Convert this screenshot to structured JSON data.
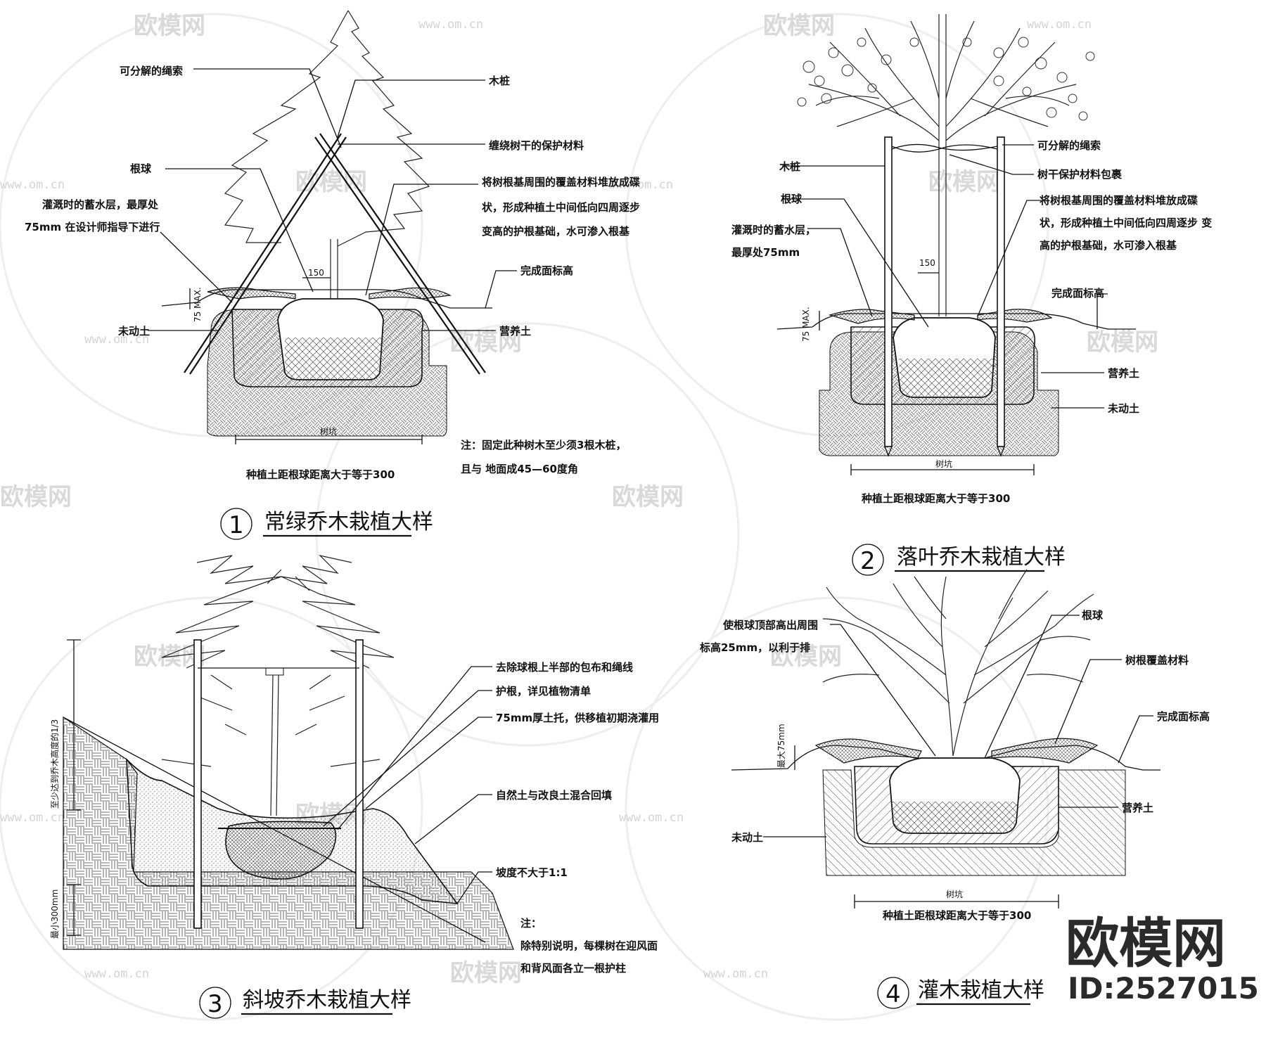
{
  "watermark": {
    "text": "欧模网",
    "url": "www.om.cn"
  },
  "brand": {
    "name": "欧模网",
    "id": "ID:2527015"
  },
  "details": [
    {
      "number": "1",
      "title": "常绿乔木栽植大样",
      "labels": {
        "rope": "可分解的绳索",
        "stake": "木桩",
        "wrap": "缠绕树干的保护材料",
        "rootball": "根球",
        "water_layer_1": "灌溉时的蓄水层，最厚处",
        "water_layer_2": "75mm 在设计师指导下进行",
        "mulch_1": "将树根基周围的覆盖材料堆放成碟",
        "mulch_2": "状，形成种植土中间低向四周逐步",
        "mulch_3": "变高的护根基础，水可渗入根基",
        "finish_grade": "完成面标高",
        "undisturbed": "未动土",
        "topsoil": "营养土",
        "pit": "树坑",
        "clearance": "种植土距根球距离大于等于300",
        "dim_150": "150",
        "dim_max": "75 MAX.",
        "note_1": "注：固定此种树木至少须3根木桩，",
        "note_2": "且与 地面成45—60度角"
      }
    },
    {
      "number": "2",
      "title": "落叶乔木栽植大样",
      "labels": {
        "rope": "可分解的绳索",
        "stake": "木桩",
        "wrap": "树干保护材料包裹",
        "rootball": "根球",
        "water_layer_1": "灌溉时的蓄水层，",
        "water_layer_2": "最厚处75mm",
        "mulch_1": "将树根基周围的覆盖材料堆放成碟",
        "mulch_2": "状，形成种植土中间低向四周逐步 变",
        "mulch_3": "高的护根基础，水可渗入根基",
        "finish_grade": "完成面标高",
        "topsoil": "营养土",
        "undisturbed": "未动土",
        "pit": "树坑",
        "clearance": "种植土距根球距离大于等于300",
        "dim_150": "150",
        "dim_max": "75 MAX."
      }
    },
    {
      "number": "3",
      "title": "斜坡乔木栽植大样",
      "labels": {
        "burlap": "去除球根上半部的包布和绳线",
        "root_guard": "护根，详见植物清单",
        "berm": "75mm厚土托，供移植初期浇灌用",
        "backfill": "自然土与改良土混合回填",
        "slope": "坡度不大于1:1",
        "height_dim": "至少达到乔木高度的1/3",
        "depth_dim": "最小300mm",
        "note_1": "注：",
        "note_2": "除特别说明，每棵树在迎风面",
        "note_3": "和背风面各立一根护柱"
      }
    },
    {
      "number": "4",
      "title": "灌木栽植大样",
      "labels": {
        "raise_1": "使根球顶部高出周围",
        "raise_2": "标高25mm，以利于排",
        "rootball": "根球",
        "mulch": "树根覆盖材料",
        "finish_grade": "完成面标高",
        "topsoil": "营养土",
        "undisturbed": "未动土",
        "dim_max": "最大75mm",
        "pit": "树坑",
        "clearance": "种植土距根球距离大于等于300"
      }
    }
  ]
}
